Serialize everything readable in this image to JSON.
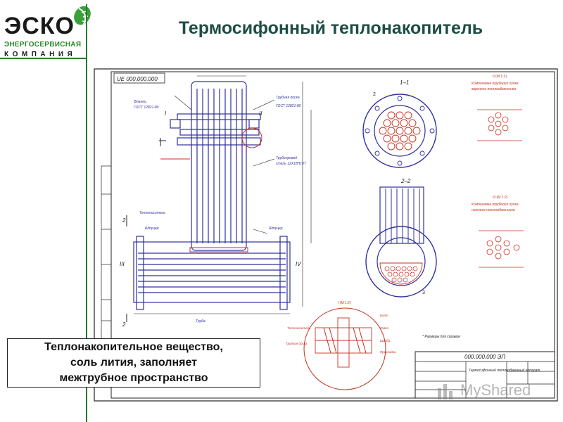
{
  "logo": {
    "main": "ЭСКО",
    "line1": "ЭНЕРГОСЕРВИСНАЯ",
    "line2": "КОМПАНИЯ"
  },
  "title": "Термосифонный теплонакопитель",
  "callout": "Теплонакопительное вещество,\nсоль лития, заполняет\nмежтрубное пространство",
  "drawing": {
    "stamp_top": "UE 000.000.000",
    "section_1": "1–1",
    "section_2": "2–2",
    "view_marker": "I",
    "view_marker_2": "II",
    "view_marker_3": "III",
    "view_marker_4": "IV",
    "label_3": "3",
    "label_2": "2",
    "note": "* Размеры для справок",
    "title_block_code": "000.000.000 ЭП",
    "title_block_name": "Термосифонный теплообменный аппарат",
    "detail_caption_1": "I (М 1:2)",
    "detail_caption_2": "II (М 1:2)",
    "detail_caption_3": "III (М 1:2)",
    "detail_note_1": "Компоновка трубного пучка верхнего теплообменника",
    "detail_note_2": "Компоновка трубного пучка нижнего теплообменника"
  },
  "watermark": "MyShared",
  "colors": {
    "title": "#1e4d44",
    "logo_green": "#2a8a2a",
    "divider": "#2a7a30",
    "drawing_blue": "#3030a0",
    "drawing_red": "#c83020"
  }
}
